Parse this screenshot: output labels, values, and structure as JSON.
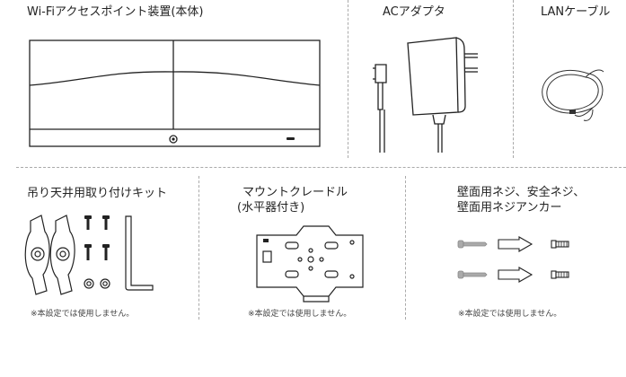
{
  "top": {
    "access_point": {
      "title": "Wi-Fiアクセスポイント装置(本体)"
    },
    "ac_adapter": {
      "title": "ACアダプタ"
    },
    "lan_cable": {
      "title": "LANケーブル"
    }
  },
  "bottom": {
    "ceiling_kit": {
      "title": "吊り天井用取り付けキット",
      "note": "※本設定では使用しません。"
    },
    "mount_cradle": {
      "title_line1": "マウントクレードル",
      "title_line2": "(水平器付き)",
      "note": "※本設定では使用しません。"
    },
    "wall_screws": {
      "title_line1": "壁面用ネジ、安全ネジ、",
      "title_line2": "壁面用ネジアンカー",
      "note": "※本設定では使用しません。"
    }
  }
}
